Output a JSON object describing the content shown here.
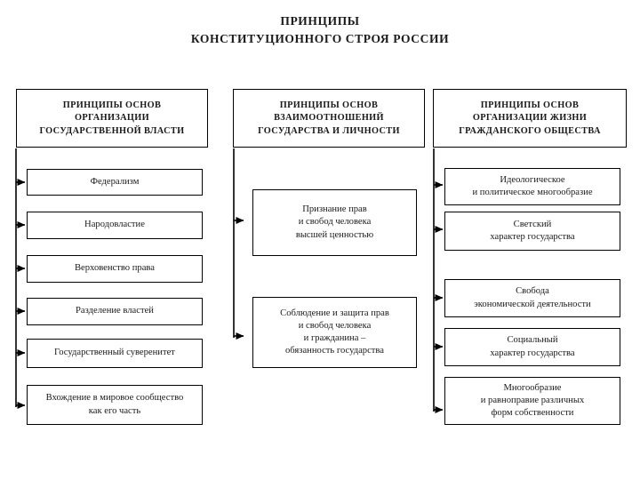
{
  "title": {
    "line1": "ПРИНЦИПЫ",
    "line2": "КОНСТИТУЦИОННОГО СТРОЯ РОССИИ"
  },
  "colors": {
    "stroke": "#000000",
    "background": "#ffffff",
    "text": "#1a1a1a"
  },
  "columns": [
    {
      "id": "organization-of-state-power",
      "header": {
        "line1": "ПРИНЦИПЫ ОСНОВ",
        "line2": "ОРГАНИЗАЦИИ",
        "line3": "ГОСУДАРСТВЕННОЙ ВЛАСТИ"
      },
      "items": [
        {
          "lines": [
            "Федерализм"
          ]
        },
        {
          "lines": [
            "Народовластие"
          ]
        },
        {
          "lines": [
            "Верховенство права"
          ]
        },
        {
          "lines": [
            "Разделение властей"
          ]
        },
        {
          "lines": [
            "Государственный суверенитет"
          ]
        },
        {
          "lines": [
            "Вхождение в мировое сообщество",
            "как его часть"
          ]
        }
      ]
    },
    {
      "id": "state-and-individual-relations",
      "header": {
        "line1": "ПРИНЦИПЫ ОСНОВ",
        "line2": "ВЗАИМООТНОШЕНИЙ",
        "line3": "ГОСУДАРСТВА И ЛИЧНОСТИ"
      },
      "items": [
        {
          "lines": [
            "Признание прав",
            "и свобод человека",
            "высшей ценностью"
          ]
        },
        {
          "lines": [
            "Соблюдение и защита прав",
            "и свобод человека",
            "и гражданина –",
            "обязанность государства"
          ]
        }
      ]
    },
    {
      "id": "civil-society-life-organization",
      "header": {
        "line1": "ПРИНЦИПЫ ОСНОВ",
        "line2": "ОРГАНИЗАЦИИ ЖИЗНИ",
        "line3": "ГРАЖДАНСКОГО ОБЩЕСТВА"
      },
      "items": [
        {
          "lines": [
            "Идеологическое",
            "и политическое многообразие"
          ]
        },
        {
          "lines": [
            "Светский",
            "характер государства"
          ]
        },
        {
          "lines": [
            "Свобода",
            "экономической деятельности"
          ]
        },
        {
          "lines": [
            "Социальный",
            "характер государства"
          ]
        },
        {
          "lines": [
            "Многообразие",
            "и равноправие различных",
            "форм собственности"
          ]
        }
      ]
    }
  ]
}
